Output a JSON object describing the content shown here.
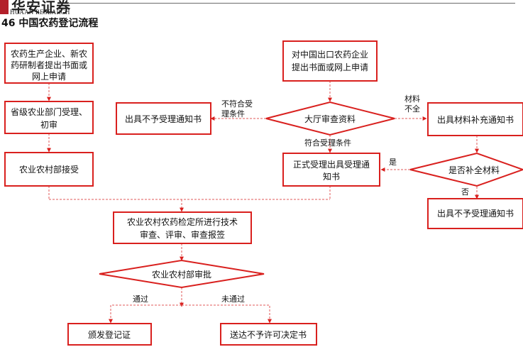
{
  "header": {
    "logo_text": "华安证券",
    "logo_sub": "HUAAN RESEARCH",
    "figure_number": "46",
    "figure_title": "中国农药登记流程"
  },
  "diagram": {
    "boxes": {
      "apply_left": [
        "农药生产企业、新农",
        "药研制者提出书面或",
        "网上申请"
      ],
      "provincial": [
        "省级农业部门受理、",
        "初审"
      ],
      "ministry_accept": [
        "农业农村部接受"
      ],
      "apply_export": [
        "对中国出口农药企业",
        "提出书面或网上申请"
      ],
      "reject_notice_left": [
        "出具不予受理通知书"
      ],
      "supplement_notice": [
        "出具材料补充通知书"
      ],
      "formal_accept": [
        "正式受理出具受理通",
        "知书"
      ],
      "reject_notice_right": [
        "出具不予受理通知书"
      ],
      "tech_review": [
        "农业农村农药检定所进行技术",
        "审查、评审、审查报签"
      ],
      "issue_cert": [
        "颁发登记证"
      ],
      "deny_decision": [
        "送达不予许可决定书"
      ]
    },
    "decisions": {
      "hall_review": "大厅审查资料",
      "supplement_check": "是否补全材料",
      "ministry_approve": "农业农村部审批"
    },
    "labels": {
      "not_met": [
        "不符合受",
        "理条件"
      ],
      "incomplete": [
        "材料",
        "不全"
      ],
      "met": "符合受理条件",
      "yes": "是",
      "no": "否",
      "pass": "通过",
      "fail": "未通过"
    }
  },
  "colors": {
    "box_border": "#d9201e",
    "connector": "#e05a5a",
    "arrow": "#d9201e",
    "logo": "#b3202a"
  }
}
